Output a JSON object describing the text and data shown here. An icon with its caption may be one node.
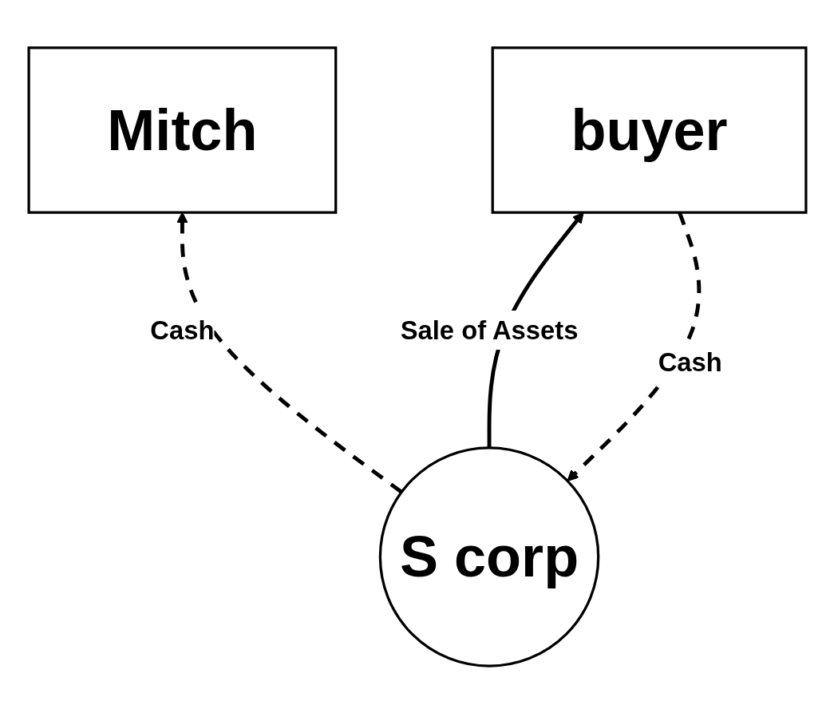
{
  "diagram": {
    "nodes": [
      {
        "text": [
          "Mitch"
        ]
      },
      {
        "text": [
          "S corp"
        ]
      },
      {
        "text": [
          "buyer"
        ]
      }
    ],
    "edges": [
      {
        "from": 1,
        "to": 0,
        "arrow": "to",
        "style": "dashed",
        "label": "Cash"
      },
      {
        "from": 1,
        "to": 2,
        "arrow": "to",
        "label": "Sale of Assets"
      },
      {
        "from": 2,
        "to": 1,
        "arrow": "to",
        "style": "dashed",
        "label": "Cash"
      }
    ]
  }
}
